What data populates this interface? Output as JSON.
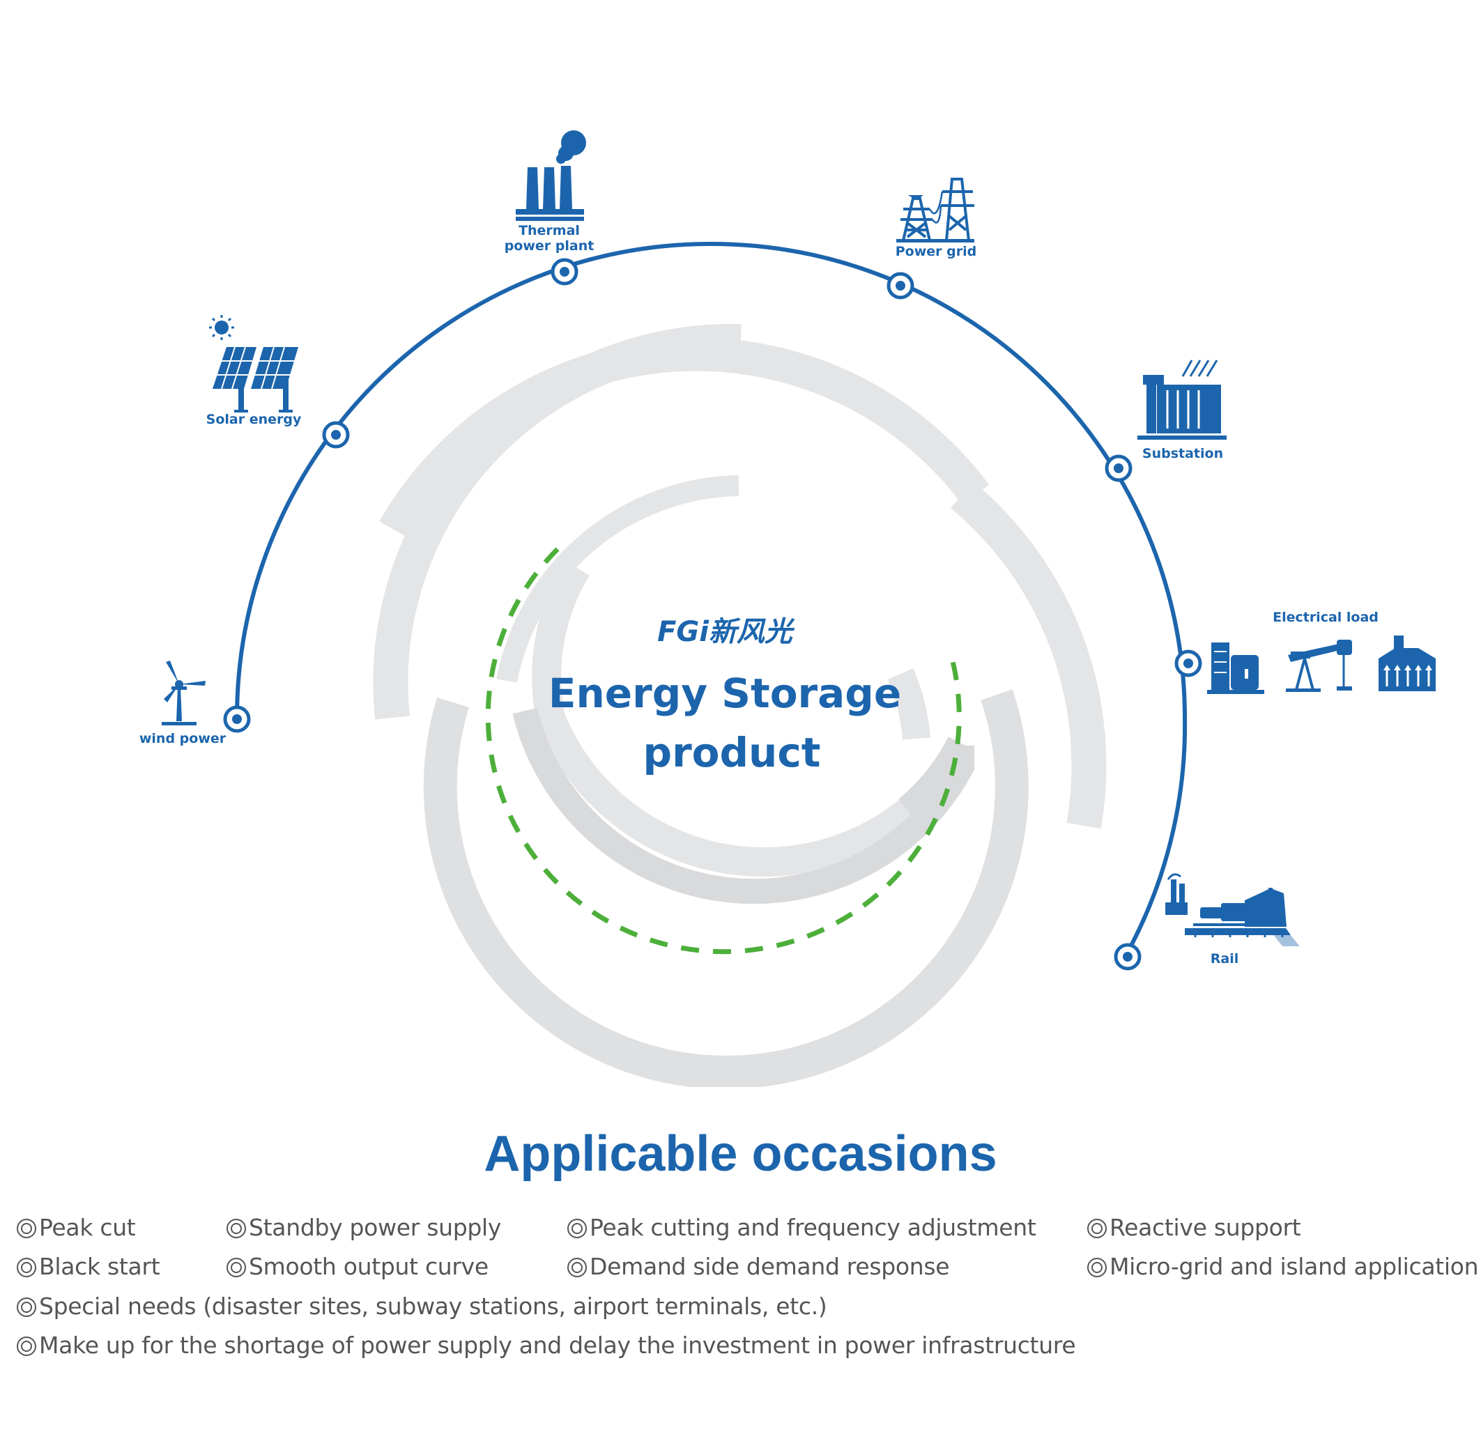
{
  "center": {
    "logo": "FGi新风光",
    "title_line1": "Energy Storage",
    "title_line2": "product"
  },
  "nodes": [
    {
      "id": "wind",
      "label": "wind power",
      "icon": "wind-turbine-icon"
    },
    {
      "id": "solar",
      "label": "Solar energy",
      "icon": "solar-panel-icon"
    },
    {
      "id": "thermal",
      "label_line1": "Thermal",
      "label_line2": "power plant",
      "icon": "factory-chimney-icon"
    },
    {
      "id": "grid",
      "label": "Power grid",
      "icon": "transmission-tower-icon"
    },
    {
      "id": "substation",
      "label": "Substation",
      "icon": "transformer-icon"
    },
    {
      "id": "load",
      "label": "Electrical load",
      "icon": "industrial-load-icon"
    },
    {
      "id": "rail",
      "label": "Rail",
      "icon": "train-icon"
    }
  ],
  "section": {
    "title": "Applicable occasions"
  },
  "occasions": [
    "Peak cut",
    "Standby power supply",
    "Peak cutting and frequency adjustment",
    "Reactive support",
    "Black start",
    "Smooth output curve",
    "Demand side demand response",
    "Micro-grid and island application",
    "Special needs (disaster sites, subway stations, airport terminals, etc.)",
    "Make up for the shortage of power supply and delay the investment in power infrastructure"
  ],
  "colors": {
    "primary_blue": "#1c65ad",
    "ring_gray": "#e4e5e7",
    "ring_gray_dark": "#d9dadc",
    "dash_green": "#4caf3a"
  }
}
